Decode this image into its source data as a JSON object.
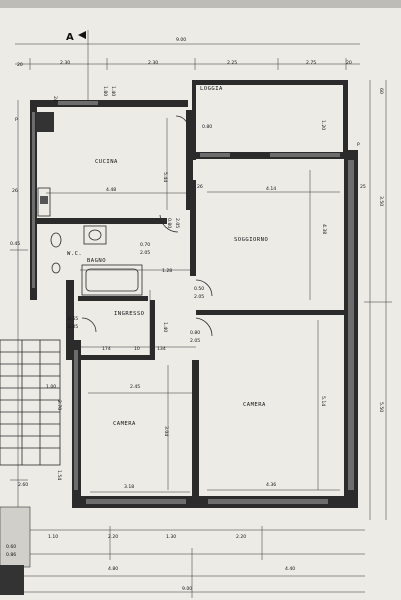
{
  "section_marker": "A",
  "rooms": {
    "loggia": "LOGGIA",
    "cucina": "CUCINA",
    "wc": "W.C.",
    "bagno": "BAGNO",
    "soggiorno": "SOGGIORNO",
    "ingresso": "INGRESSO",
    "camera_left": "CAMERA",
    "camera_right": "CAMERA"
  },
  "dimensions": {
    "top_total": "9.00",
    "top_20_left": "20",
    "top_230a": "2.30",
    "top_230b": "2.30",
    "top_225": "2.25",
    "top_275": "2.75",
    "top_20_right": "20",
    "kitchen_width": "4.48",
    "kitchen_height": "5.44",
    "living_width": "4.14",
    "living_height": "4.38",
    "camera_left_width": "2.45",
    "camera_left_height": "3.04",
    "camera_right_height": "5.14",
    "bottom_318": "3.18",
    "bottom_436": "4.36",
    "bottom_110": "1.10",
    "bottom_220a": "2.20",
    "bottom_130": "1.30",
    "bottom_220b": "2.20",
    "bottom_480": "4.80",
    "bottom_440": "4.40",
    "bottom_total": "9.00",
    "right_350": "3.50",
    "right_550": "5.50",
    "right_60": "60",
    "right_25": "25",
    "left_26": "26",
    "left_260": "2.60",
    "left_154": "1.54",
    "left_100": "1.00",
    "left_270": "2.70",
    "ingresso_174": "174",
    "ingresso_10": "10",
    "ingresso_134": "134",
    "ingresso_140": "1.40",
    "bagno_128": "1.28",
    "door_070": "0.70",
    "door_205a": "2.05",
    "door_050": "0.50",
    "door_205b": "2.05",
    "door_080a": "0.80",
    "door_205c": "2.05",
    "door_080b": "0.80",
    "door_205d": "2.05",
    "window_080": "0.80",
    "window_180": "1.80",
    "window_140": "1.40",
    "window_120": "1.20",
    "wall_24": "24",
    "wall_26": "26",
    "small_055": "0.55",
    "small_205": "2.05",
    "small_045": "0.45",
    "bath_060": "0.60",
    "bath_086": "0.86"
  }
}
